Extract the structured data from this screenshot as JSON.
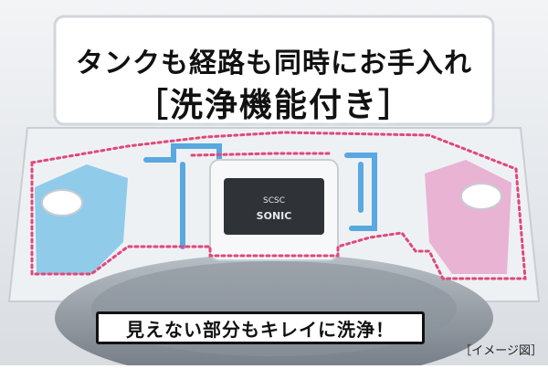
{
  "headline": {
    "line1": "タンクも経路も同時にお手入れ",
    "line2": "［洗浄機能付き］"
  },
  "caption": "見えない部分もキレイに洗浄！",
  "note": "［イメージ図］",
  "panel": {
    "logo_line1": "SCSC",
    "logo_line2": "SONIC"
  },
  "colors": {
    "path_outline": "#e0487a",
    "tank_left": "#7fc4e8",
    "tank_right": "#e8a8cc",
    "pipe": "#59a8e0"
  },
  "icons": [
    "left-tank-icon",
    "right-tank-icon",
    "water-pipe-icon",
    "control-panel-icon"
  ]
}
